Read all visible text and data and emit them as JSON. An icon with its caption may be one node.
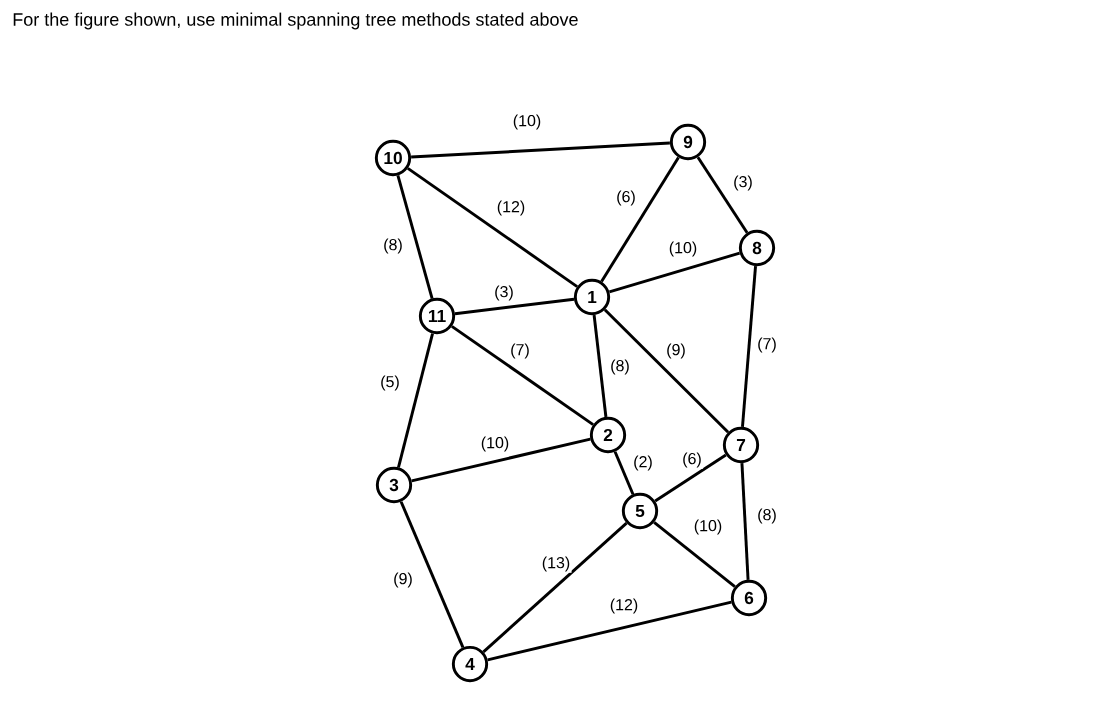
{
  "diagram": {
    "title": "For the figure shown, use minimal spanning tree methods stated above",
    "nodes": [
      {
        "text": [
          "10"
        ]
      },
      {
        "text": [
          "9"
        ]
      },
      {
        "text": [
          "8"
        ]
      },
      {
        "text": [
          "1"
        ]
      },
      {
        "text": [
          "11"
        ]
      },
      {
        "text": [
          "2"
        ]
      },
      {
        "text": [
          "7"
        ]
      },
      {
        "text": [
          "3"
        ]
      },
      {
        "text": [
          "5"
        ]
      },
      {
        "text": [
          "6"
        ]
      },
      {
        "text": [
          "4"
        ]
      }
    ],
    "edges": [
      {
        "from": 0,
        "to": 1,
        "arrow": "none",
        "label": "(10)"
      },
      {
        "from": 0,
        "to": 3,
        "arrow": "none",
        "label": "(12)"
      },
      {
        "from": 0,
        "to": 4,
        "arrow": "none",
        "label": "(8)"
      },
      {
        "from": 1,
        "to": 3,
        "arrow": "none",
        "label": "(6)"
      },
      {
        "from": 1,
        "to": 2,
        "arrow": "none",
        "label": "(3)"
      },
      {
        "from": 3,
        "to": 2,
        "arrow": "none",
        "label": "(10)"
      },
      {
        "from": 4,
        "to": 3,
        "arrow": "none",
        "label": "(3)"
      },
      {
        "from": 4,
        "to": 5,
        "arrow": "none",
        "label": "(7)"
      },
      {
        "from": 3,
        "to": 5,
        "arrow": "none",
        "label": "(8)"
      },
      {
        "from": 3,
        "to": 6,
        "arrow": "none",
        "label": "(9)"
      },
      {
        "from": 2,
        "to": 6,
        "arrow": "none",
        "label": "(7)"
      },
      {
        "from": 4,
        "to": 7,
        "arrow": "none",
        "label": "(5)"
      },
      {
        "from": 7,
        "to": 5,
        "arrow": "none",
        "label": "(10)"
      },
      {
        "from": 5,
        "to": 8,
        "arrow": "none",
        "label": "(2)"
      },
      {
        "from": 8,
        "to": 6,
        "arrow": "none",
        "label": "(6)"
      },
      {
        "from": 6,
        "to": 9,
        "arrow": "none",
        "label": "(8)"
      },
      {
        "from": 8,
        "to": 9,
        "arrow": "none",
        "label": "(10)"
      },
      {
        "from": 7,
        "to": 10,
        "arrow": "none",
        "label": "(9)"
      },
      {
        "from": 8,
        "to": 10,
        "arrow": "none",
        "label": "(13)"
      },
      {
        "from": 10,
        "to": 9,
        "arrow": "none",
        "label": "(12)"
      }
    ]
  }
}
